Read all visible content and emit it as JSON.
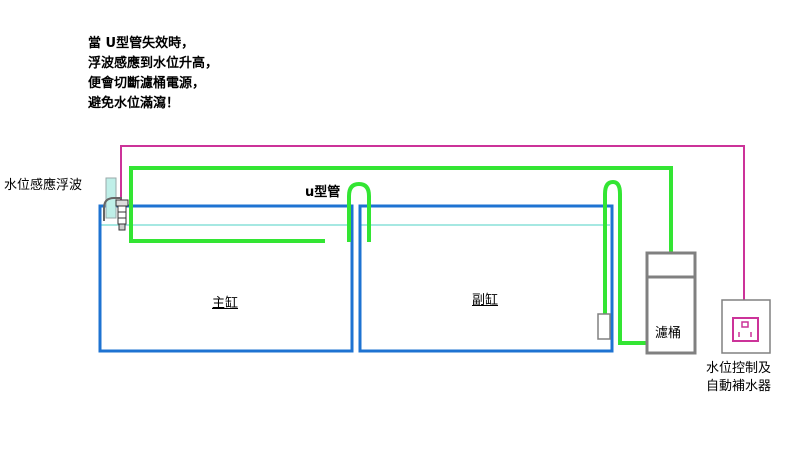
{
  "note": {
    "lines": [
      "當 U型管失效時，",
      "浮波感應到水位升高，",
      "便會切斷濾桶電源，",
      "避免水位滿瀉！"
    ]
  },
  "labels": {
    "float_sensor": "水位感應浮波",
    "u_pipe": "u型管",
    "main_tank": "主缸",
    "sump_tank": "副缸",
    "filter": "濾桶",
    "controller_line1": "水位控制及",
    "controller_line2": "自動補水器"
  },
  "colors": {
    "tank": "#1e73d2",
    "pipe": "#33e533",
    "power_line": "#cc3399",
    "water_line": "#88e0d8",
    "filter_frame": "#808080"
  }
}
